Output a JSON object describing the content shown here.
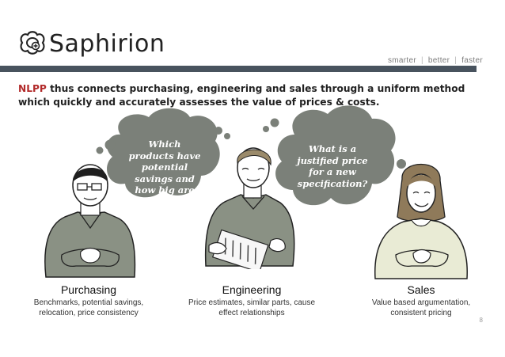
{
  "brand": {
    "name": "Saphirion"
  },
  "tagline": {
    "items": [
      "smarter",
      "better",
      "faster"
    ],
    "separator": "|"
  },
  "headline": {
    "highlight": "NLPP",
    "text": " thus connects purchasing, engineering and sales through a uniform method which quickly and accurately assesses the value of prices & costs.",
    "highlight_color": "#b22a2a"
  },
  "bubbles": {
    "purchasing": "Which products have potential savings and how big are these?",
    "engineering": "What is a justified price for a new specification?"
  },
  "roles": [
    {
      "title": "Purchasing",
      "description": "Benchmarks, potential savings, relocation, price consistency"
    },
    {
      "title": "Engineering",
      "description": "Price estimates, similar parts, cause effect relationships"
    },
    {
      "title": "Sales",
      "description": "Value based argumentation, consistent pricing"
    }
  ],
  "page_number": "8",
  "colors": {
    "bar": "#48535e",
    "bubble": "#7b8079",
    "shirt": "#8a9184",
    "sales_shirt": "#e9ebd5"
  }
}
